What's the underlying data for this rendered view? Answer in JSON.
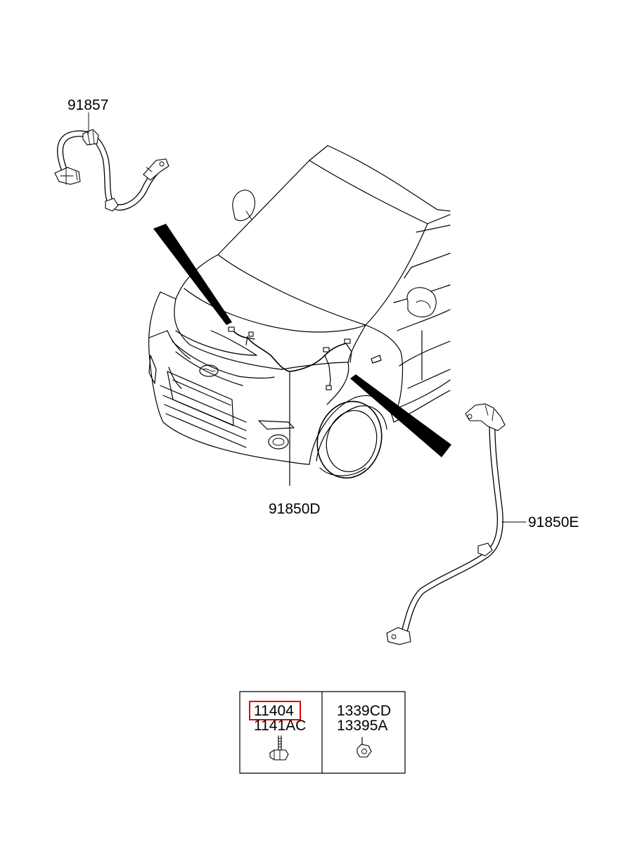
{
  "callouts": {
    "battery_cable_left": "91857",
    "harness_center": "91850D",
    "battery_cable_right": "91850E"
  },
  "fastener_table": {
    "left_cell": {
      "line1": "11404",
      "line2": "1141AC",
      "highlight_color": "#e60000"
    },
    "right_cell": {
      "line1": "1339CD",
      "line2": "13395A"
    }
  }
}
